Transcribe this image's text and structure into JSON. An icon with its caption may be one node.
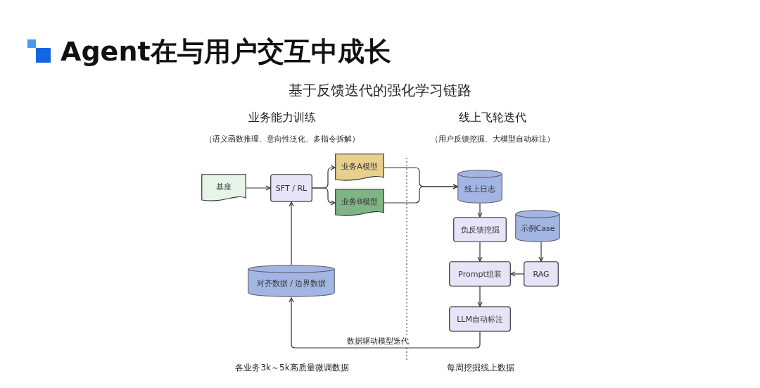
{
  "diagram": {
    "title": "Agent在与用户交互中成长",
    "nodes": [
      {
        "text": [
          "基座"
        ]
      },
      {
        "text": [
          "SFT / RL"
        ]
      },
      {
        "text": [
          "业务A模型"
        ]
      },
      {
        "text": [
          "业务B模型"
        ]
      },
      {
        "text": [
          "线上日志"
        ]
      },
      {
        "text": [
          "负反馈挖掘"
        ]
      },
      {
        "text": [
          "示例Case"
        ]
      },
      {
        "text": [
          "Prompt组装"
        ]
      },
      {
        "text": [
          "RAG"
        ]
      },
      {
        "text": [
          "LLM自动标注"
        ]
      },
      {
        "text": [
          "对齐数据 / 边界数据"
        ]
      }
    ],
    "edges": [
      {
        "from": 0,
        "to": 1,
        "arrow": "to"
      },
      {
        "from": 1,
        "to": 2,
        "arrow": "to"
      },
      {
        "from": 1,
        "to": 3,
        "arrow": "to"
      },
      {
        "from": 2,
        "to": 4,
        "arrow": "to"
      },
      {
        "from": 3,
        "to": 4,
        "arrow": "to"
      },
      {
        "from": 4,
        "to": 5,
        "arrow": "to"
      },
      {
        "from": 5,
        "to": 7,
        "arrow": "to"
      },
      {
        "from": 6,
        "to": 8,
        "arrow": "to"
      },
      {
        "from": 8,
        "to": 7,
        "arrow": "to"
      },
      {
        "from": 7,
        "to": 9,
        "arrow": "to"
      },
      {
        "from": 9,
        "to": 10,
        "arrow": "to",
        "label": "数据驱动模型迭代"
      },
      {
        "from": 10,
        "to": 1,
        "arrow": "to"
      }
    ],
    "labels": [
      "基于反馈迭代的强化学习链路",
      "业务能力训练",
      "（语义函数推理、意向性泛化、多指令拆解）",
      "线上飞轮迭代",
      "（用户反馈挖掘、大模型自动标注）",
      "各业务3k～5k高质量微调数据",
      "每周挖掘线上数据"
    ]
  }
}
